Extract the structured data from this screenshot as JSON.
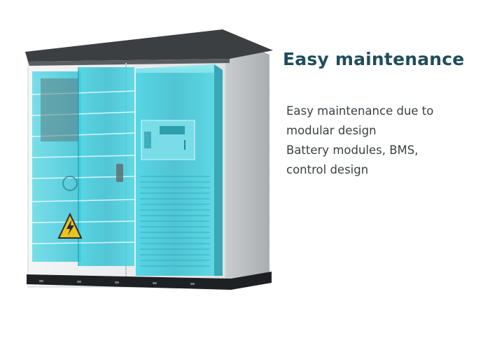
{
  "heading": "Easy maintenance",
  "description_lines": [
    "Easy maintenance due to",
    "modular design",
    "Battery modules, BMS,",
    "control design"
  ],
  "image": {
    "subject": "battery-storage-cabinet-icon",
    "colors": {
      "cabinet_body": "#eef0f1",
      "cabinet_roof": "#3c3f42",
      "base_rail": "#1e2124",
      "highlight_cyan": "#27c3d6",
      "warning_yellow": "#e8c320"
    }
  }
}
